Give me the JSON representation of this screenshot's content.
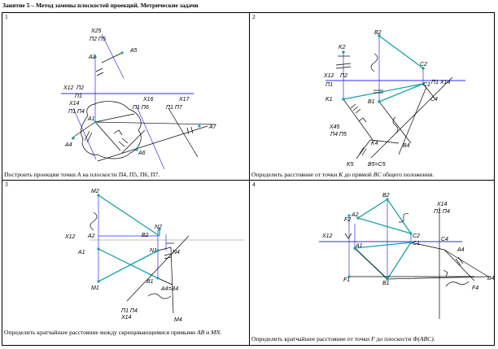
{
  "title": "Занятие 5 – Метод замены плоскостей проекций. Метрические задачи",
  "colors": {
    "teal": "#17a2a8",
    "blue": "#2d2df2",
    "black": "#000000"
  },
  "panels": [
    {
      "number": "1",
      "caption_parts": [
        "Построить проекции точки ",
        "A",
        " на плоскости ",
        "П4, П5, П6, П7",
        "."
      ],
      "labels": {
        "x25": "X25",
        "p2p5": "П2 П5",
        "a5": "A5",
        "a2": "A2",
        "x12": "X12",
        "p2": "П2",
        "p1": "П1",
        "x14": "X14",
        "p1p4": "П1 П4",
        "x16": "X16",
        "p1p6": "П1 П6",
        "x17": "X17",
        "p1p7": "П1 П7",
        "a1": "A1",
        "a4": "A4",
        "a6": "A6",
        "a7": "A7"
      }
    },
    {
      "number": "2",
      "caption_parts": [
        "Определить расстояние от точки ",
        "K",
        " до прямой ",
        "BC",
        " общего положения."
      ],
      "labels": {
        "b2": "B2",
        "k2": "K2",
        "c2": "C2",
        "x12": "X12",
        "p2": "П2",
        "p1": "П1",
        "c1": "C1",
        "p1x14": "П1 X14",
        "k1": "K1",
        "b1": "B1",
        "c4": "C4",
        "x45": "X45",
        "p4p5": "П4 П5",
        "k4": "K4",
        "b4": "B4",
        "k5": "K5",
        "b5c5": "B5=C5"
      }
    },
    {
      "number": "3",
      "caption_parts": [
        "Определить кратчайшее расстояние между скрещивающимися прямыми ",
        "AB",
        " и ",
        "MN",
        "."
      ],
      "labels": {
        "m2": "M2",
        "n2": "N2",
        "x12": "X12",
        "a2": "A2",
        "b2": "B2",
        "a1": "A1",
        "n1": "N1",
        "n4": "N4",
        "b1": "B1",
        "a4b4": "A4=B4",
        "m1": "M1",
        "p1p4": "П1 П4",
        "x14": "X14",
        "m4": "M4"
      }
    },
    {
      "number": "4",
      "caption_parts": [
        "Определить кратчайшее расстояние от точки ",
        "F",
        " до плоскости ",
        "Ф(ABC)",
        "."
      ],
      "labels": {
        "b2": "B2",
        "a2": "A2",
        "f2": "F2",
        "x12": "X12",
        "a1": "A1",
        "c2": "C2",
        "c1": "C1",
        "x14": "X14",
        "p1p4": "П1 П4",
        "c4": "C4",
        "a4": "A4",
        "f1": "F1",
        "b1": "B1",
        "f4": "F4",
        "b4": "B4"
      }
    }
  ]
}
